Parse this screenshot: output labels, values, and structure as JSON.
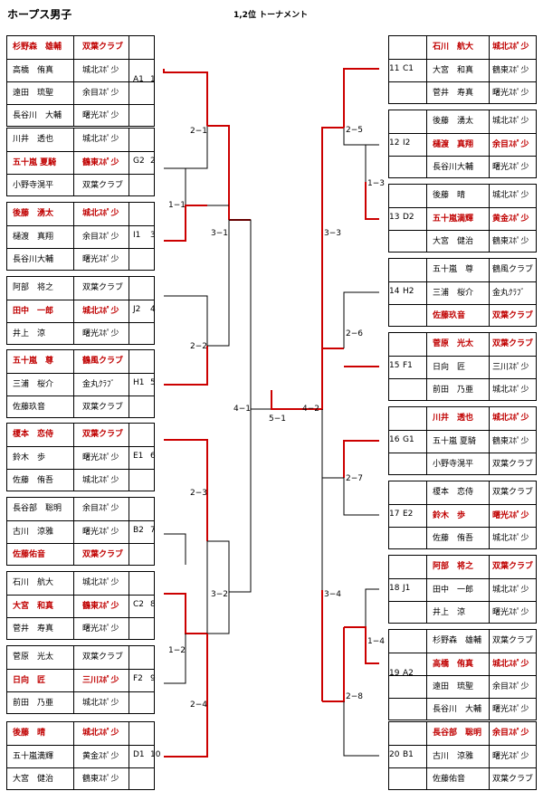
{
  "header": {
    "title": "ホープス男子",
    "subtitle": "1,2位 トーナメント"
  },
  "colors": {
    "winner_text": "#c00000",
    "winner_line": "#cc0000",
    "line": "#000000"
  },
  "left_teams": [
    {
      "group": "A1",
      "number": "1",
      "players": [
        {
          "name": "杉野森　雄輔",
          "club": "双葉クラブ",
          "highlight": true
        },
        {
          "name": "高橋　侑真",
          "club": "城北ｽﾎﾟ少",
          "highlight": false
        },
        {
          "name": "遠田　琉聖",
          "club": "余目ｽﾎﾟ少",
          "highlight": false
        },
        {
          "name": "長谷川　大輔",
          "club": "曙光ｽﾎﾟ少",
          "highlight": false
        }
      ]
    },
    {
      "group": "G2",
      "number": "2",
      "players": [
        {
          "name": "川井　透也",
          "club": "城北ｽﾎﾟ少",
          "highlight": false
        },
        {
          "name": "五十嵐 夏騎",
          "club": "鶴東ｽﾎﾟ少",
          "highlight": true
        },
        {
          "name": "小野寺滉平",
          "club": "双葉クラブ",
          "highlight": false
        }
      ]
    },
    {
      "group": "I1",
      "number": "3",
      "players": [
        {
          "name": "後藤　湧太",
          "club": "城北ｽﾎﾟ少",
          "highlight": true
        },
        {
          "name": "樋渡　真翔",
          "club": "余目ｽﾎﾟ少",
          "highlight": false
        },
        {
          "name": "長谷川大輔",
          "club": "曙光ｽﾎﾟ少",
          "highlight": false
        }
      ]
    },
    {
      "group": "J2",
      "number": "4",
      "players": [
        {
          "name": "阿部　将之",
          "club": "双葉クラブ",
          "highlight": false
        },
        {
          "name": "田中　一郎",
          "club": "城北ｽﾎﾟ少",
          "highlight": true
        },
        {
          "name": "井上　涼",
          "club": "曙光ｽﾎﾟ少",
          "highlight": false
        }
      ]
    },
    {
      "group": "H1",
      "number": "5",
      "players": [
        {
          "name": "五十嵐　尊",
          "club": "鶴風クラブ",
          "highlight": true
        },
        {
          "name": "三浦　桜介",
          "club": "金丸ｸﾗﾌﾞ",
          "highlight": false
        },
        {
          "name": "佐藤玖音",
          "club": "双葉クラブ",
          "highlight": false
        }
      ]
    },
    {
      "group": "E1",
      "number": "6",
      "players": [
        {
          "name": "榎本　恋侍",
          "club": "双葉クラブ",
          "highlight": true
        },
        {
          "name": "鈴木　歩",
          "club": "曙光ｽﾎﾟ少",
          "highlight": false
        },
        {
          "name": "佐藤　侑吾",
          "club": "城北ｽﾎﾟ少",
          "highlight": false
        }
      ]
    },
    {
      "group": "B2",
      "number": "7",
      "players": [
        {
          "name": "長谷部　聡明",
          "club": "余目ｽﾎﾟ少",
          "highlight": false
        },
        {
          "name": "古川　涼雅",
          "club": "曙光ｽﾎﾟ少",
          "highlight": false
        },
        {
          "name": "佐藤佑音",
          "club": "双葉クラブ",
          "highlight": true
        }
      ]
    },
    {
      "group": "C2",
      "number": "8",
      "players": [
        {
          "name": "石川　航大",
          "club": "城北ｽﾎﾟ少",
          "highlight": false
        },
        {
          "name": "大宮　和真",
          "club": "鶴東ｽﾎﾟ少",
          "highlight": true
        },
        {
          "name": "菅井　寿真",
          "club": "曙光ｽﾎﾟ少",
          "highlight": false
        }
      ]
    },
    {
      "group": "F2",
      "number": "9",
      "players": [
        {
          "name": "菅原　光太",
          "club": "双葉クラブ",
          "highlight": false
        },
        {
          "name": "日向　匠",
          "club": "三川ｽﾎﾟ少",
          "highlight": true
        },
        {
          "name": "前田　乃亜",
          "club": "城北ｽﾎﾟ少",
          "highlight": false
        }
      ]
    },
    {
      "group": "D1",
      "number": "10",
      "players": [
        {
          "name": "後藤　晴",
          "club": "城北ｽﾎﾟ少",
          "highlight": true
        },
        {
          "name": "五十嵐満輝",
          "club": "黄金ｽﾎﾟ少",
          "highlight": false
        },
        {
          "name": "大宮　健治",
          "club": "鶴東ｽﾎﾟ少",
          "highlight": false
        }
      ]
    }
  ],
  "right_teams": [
    {
      "group": "C1",
      "number": "11",
      "players": [
        {
          "name": "石川　航大",
          "club": "城北ｽﾎﾟ少",
          "highlight": true
        },
        {
          "name": "大宮　和真",
          "club": "鶴東ｽﾎﾟ少",
          "highlight": false
        },
        {
          "name": "菅井　寿真",
          "club": "曙光ｽﾎﾟ少",
          "highlight": false
        }
      ]
    },
    {
      "group": "I2",
      "number": "12",
      "players": [
        {
          "name": "後藤　湧太",
          "club": "城北ｽﾎﾟ少",
          "highlight": false
        },
        {
          "name": "樋渡　真翔",
          "club": "余目ｽﾎﾟ少",
          "highlight": true
        },
        {
          "name": "長谷川大輔",
          "club": "曙光ｽﾎﾟ少",
          "highlight": false
        }
      ]
    },
    {
      "group": "D2",
      "number": "13",
      "players": [
        {
          "name": "後藤　晴",
          "club": "城北ｽﾎﾟ少",
          "highlight": false
        },
        {
          "name": "五十嵐満輝",
          "club": "黄金ｽﾎﾟ少",
          "highlight": true
        },
        {
          "name": "大宮　健治",
          "club": "鶴東ｽﾎﾟ少",
          "highlight": false
        }
      ]
    },
    {
      "group": "H2",
      "number": "14",
      "players": [
        {
          "name": "五十嵐　尊",
          "club": "鶴風クラブ",
          "highlight": false
        },
        {
          "name": "三浦　桜介",
          "club": "金丸ｸﾗﾌﾞ",
          "highlight": false
        },
        {
          "name": "佐藤玖音",
          "club": "双葉クラブ",
          "highlight": true
        }
      ]
    },
    {
      "group": "F1",
      "number": "15",
      "players": [
        {
          "name": "菅原　光太",
          "club": "双葉クラブ",
          "highlight": true
        },
        {
          "name": "日向　匠",
          "club": "三川ｽﾎﾟ少",
          "highlight": false
        },
        {
          "name": "前田　乃亜",
          "club": "城北ｽﾎﾟ少",
          "highlight": false
        }
      ]
    },
    {
      "group": "G1",
      "number": "16",
      "players": [
        {
          "name": "川井　透也",
          "club": "城北ｽﾎﾟ少",
          "highlight": true
        },
        {
          "name": "五十嵐 夏騎",
          "club": "鶴東ｽﾎﾟ少",
          "highlight": false
        },
        {
          "name": "小野寺滉平",
          "club": "双葉クラブ",
          "highlight": false
        }
      ]
    },
    {
      "group": "E2",
      "number": "17",
      "players": [
        {
          "name": "榎本　恋侍",
          "club": "双葉クラブ",
          "highlight": false
        },
        {
          "name": "鈴木　歩",
          "club": "曙光ｽﾎﾟ少",
          "highlight": true
        },
        {
          "name": "佐藤　侑吾",
          "club": "城北ｽﾎﾟ少",
          "highlight": false
        }
      ]
    },
    {
      "group": "J1",
      "number": "18",
      "players": [
        {
          "name": "阿部　将之",
          "club": "双葉クラブ",
          "highlight": true
        },
        {
          "name": "田中　一郎",
          "club": "城北ｽﾎﾟ少",
          "highlight": false
        },
        {
          "name": "井上　涼",
          "club": "曙光ｽﾎﾟ少",
          "highlight": false
        }
      ]
    },
    {
      "group": "A2",
      "number": "19",
      "players": [
        {
          "name": "杉野森　雄輔",
          "club": "双葉クラブ",
          "highlight": false
        },
        {
          "name": "高橋　侑真",
          "club": "城北ｽﾎﾟ少",
          "highlight": true
        },
        {
          "name": "遠田　琉聖",
          "club": "余目ｽﾎﾟ少",
          "highlight": false
        },
        {
          "name": "長谷川　大輔",
          "club": "曙光ｽﾎﾟ少",
          "highlight": false
        }
      ]
    },
    {
      "group": "B1",
      "number": "20",
      "players": [
        {
          "name": "長谷部　聡明",
          "club": "余目ｽﾎﾟ少",
          "highlight": true
        },
        {
          "name": "古川　涼雅",
          "club": "曙光ｽﾎﾟ少",
          "highlight": false
        },
        {
          "name": "佐藤佑音",
          "club": "双葉クラブ",
          "highlight": false
        }
      ]
    }
  ],
  "matches": [
    "2−1",
    "1−1",
    "3−1",
    "2−2",
    "2−3",
    "1−2",
    "2−4",
    "3−2",
    "4−1",
    "5−1",
    "4−2",
    "2−5",
    "1−3",
    "3−3",
    "2−6",
    "2−7",
    "1−4",
    "2−8",
    "3−4"
  ]
}
